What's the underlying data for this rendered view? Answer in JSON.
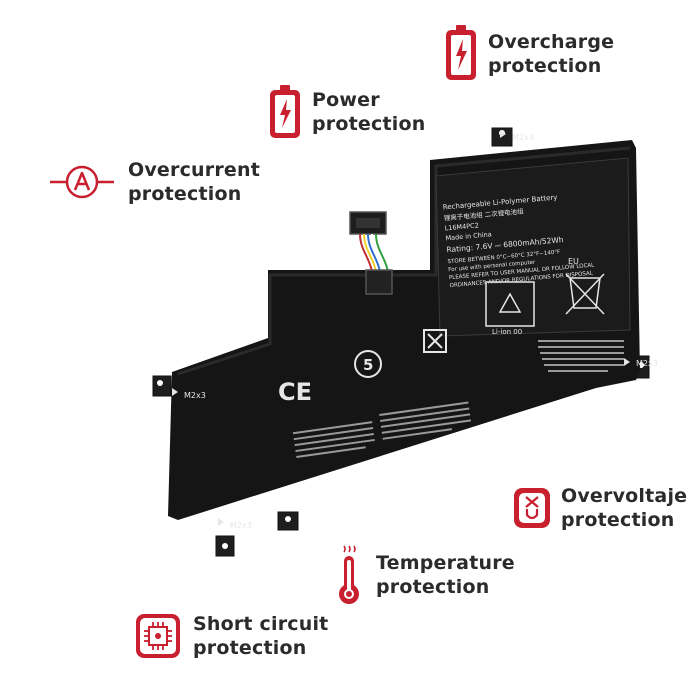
{
  "accent_color": "#c8202f",
  "features": {
    "overcharge": {
      "line1": "Overcharge",
      "line2": "protection",
      "icon": "battery-charging-icon"
    },
    "power": {
      "line1": "Power",
      "line2": "protection",
      "icon": "battery-power-icon"
    },
    "overcurrent": {
      "line1": "Overcurrent",
      "line2": "protection",
      "icon": "ammeter-icon"
    },
    "overvoltage": {
      "line1": "Overvoltaje",
      "line2": "protection",
      "icon": "voltage-icon"
    },
    "temperature": {
      "line1": "Temperature",
      "line2": "protection",
      "icon": "thermometer-icon"
    },
    "shortcircuit": {
      "line1": "Short circuit",
      "line2": "protection",
      "icon": "chip-icon"
    }
  },
  "battery": {
    "screw_label": "M2x3",
    "ce_mark": "CE",
    "label_title": "Rechargeable Li-Polymer Battery",
    "label_lines": [
      "锂离子电池组  二次锂电池组",
      "L16M4PC2",
      "Made in China",
      "Rating: 7.6V ⎓ 6800mAh/52Wh",
      "STORE BETWEEN 0°C~60°C 32°F~140°F",
      "For use with personal computer",
      "PLEASE REFER TO USER MANUAL OR FOLLOW LOCAL",
      "ORDINANCES AND/OR REGULATIONS FOR DISPOSAL"
    ],
    "eu_mark": "EU",
    "recycle_text": "Li-ion 00",
    "five_mark": "5"
  }
}
